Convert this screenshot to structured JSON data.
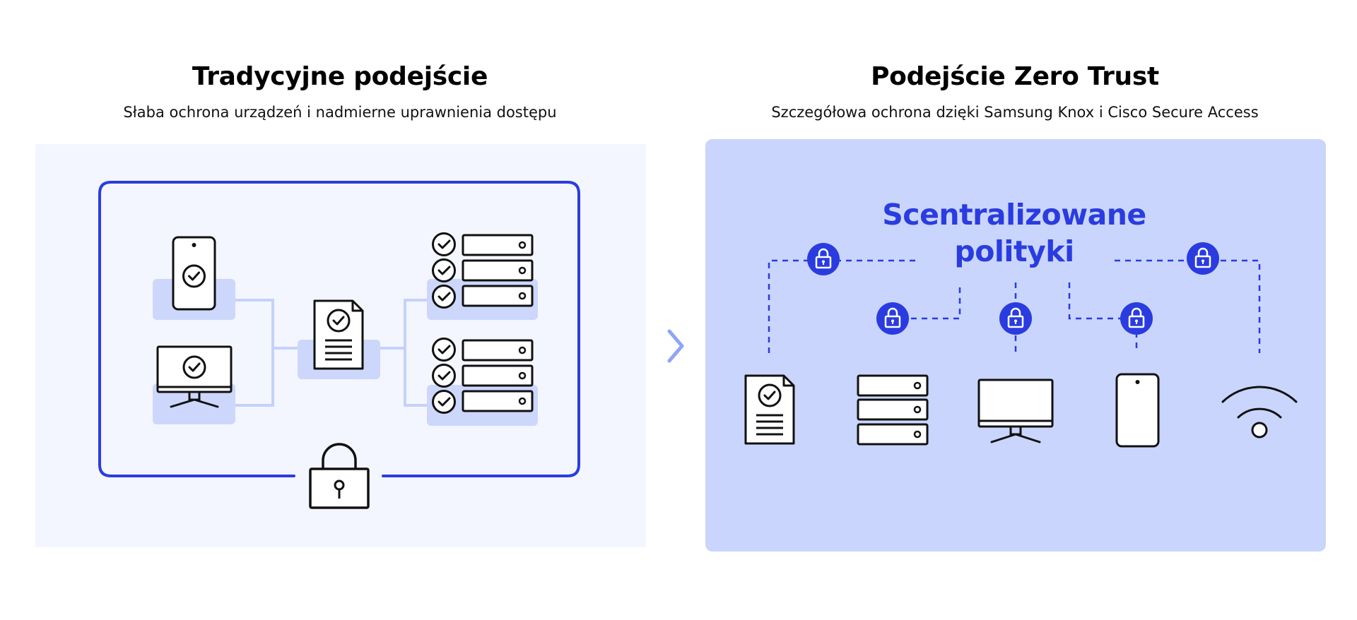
{
  "left_panel": {
    "title": "Tradycyjne podejście",
    "subtitle": "Słaba ochrona urządzeń i nadmierne uprawnienia dostępu"
  },
  "right_panel": {
    "title": "Podejście Zero Trust",
    "subtitle": "Szczegółowa ochrona dzięki Samsung Knox i Cisco Secure Access",
    "center_label_line1": "Scentralizowane",
    "center_label_line2": "polityki"
  },
  "colors": {
    "accent_blue": "#2a3ce0",
    "left_panel_bg": "#f4f6ff",
    "right_panel_bg": "#c9d5fc",
    "tile_bg": "#ccd7fb",
    "connector_light": "#c5d1fb",
    "arrow": "#8ea4f5"
  },
  "icons": {
    "left": [
      "phone-icon",
      "monitor-icon",
      "document-icon",
      "server-stack-icon",
      "padlock-icon",
      "check-circle-icon"
    ],
    "right": [
      "document-icon",
      "server-icon",
      "monitor-icon",
      "phone-icon",
      "wifi-icon",
      "lock-badge-icon"
    ],
    "separator": "chevron-right-icon"
  }
}
